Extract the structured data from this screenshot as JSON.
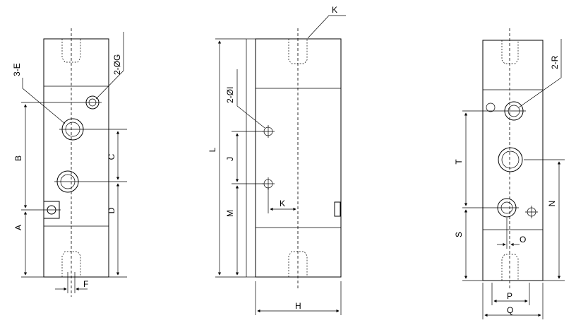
{
  "labels": {
    "A": "A",
    "B": "B",
    "C": "C",
    "D": "D",
    "E3": "3-E",
    "F": "F",
    "G2": "2-ØG",
    "H": "H",
    "I2": "2-ØI",
    "J": "J",
    "K_top": "K",
    "K_mid": "K",
    "L": "L",
    "M": "M",
    "N": "N",
    "O": "O",
    "P": "P",
    "Q": "Q",
    "R2": "2-R",
    "S": "S",
    "T": "T"
  },
  "colors": {
    "line": "#000000",
    "background": "#ffffff"
  }
}
